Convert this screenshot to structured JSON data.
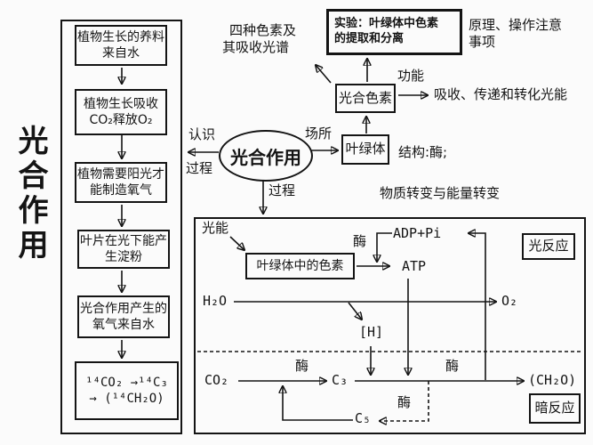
{
  "colors": {
    "ink": "#141414",
    "bg": "#fbfbfb"
  },
  "main_title": "光合作用",
  "left_panel": {
    "items": [
      "植物生长的养料来自水",
      "植物生长吸收CO₂释放O₂",
      "植物需要阳光才能制造氧气",
      "叶片在光下能产生淀粉",
      "光合作用产生的氧气来自水"
    ],
    "isotope": {
      "line1": "¹⁴CO₂ →¹⁴C₃",
      "line2": "→ (¹⁴CH₂O)"
    }
  },
  "center": {
    "topic": "光合作用",
    "left_arrow_label_top": "认识",
    "left_arrow_label_bottom": "过程",
    "right_arrow_label": "场所",
    "down_arrow_label": "过程"
  },
  "pigment_branch": {
    "spectrum_line1": "四种色素及",
    "spectrum_line2": "其吸收光谱",
    "experiment_line1": "实验：叶绿体中色素",
    "experiment_line2": "的提取和分离",
    "principle_line1": "原理、操作注意",
    "principle_line2": "事项",
    "pigment": "光合色素",
    "function_label": "功能",
    "function_text": "吸收、传递和转化光能"
  },
  "chloroplast_branch": {
    "chloroplast": "叶绿体",
    "structure_note": "结构:酶;",
    "section_title": "物质转变与能量转变"
  },
  "process_diagram": {
    "light_energy": "光能",
    "pigment_box": "叶绿体中的色素",
    "enzyme_atp": "酶",
    "adp": "ADP+Pi",
    "atp": "ATP",
    "light_reaction": "光反应",
    "h2o": "H₂O",
    "o2": "O₂",
    "nadph": "[H]",
    "co2": "CO₂",
    "enzyme_fix": "酶",
    "c3": "C₃",
    "enzyme_reduce": "酶",
    "ch2o": "(CH₂O)",
    "c5": "C₅",
    "enzyme_regen": "酶",
    "dark_reaction": "暗反应"
  }
}
